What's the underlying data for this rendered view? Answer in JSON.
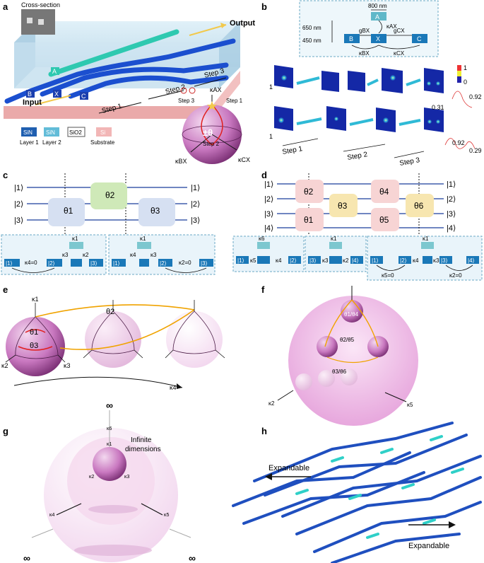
{
  "panels": {
    "a": "a",
    "b": "b",
    "c": "c",
    "d": "d",
    "e": "e",
    "f": "f",
    "g": "g",
    "h": "h"
  },
  "a": {
    "cross_section": "Cross-section",
    "output": "Output",
    "input": "Input",
    "wg_A": "A",
    "wg_B": "B",
    "wg_X": "X",
    "wg_C": "C",
    "step1": "Step 1",
    "step2": "Step 2",
    "step3": "Step 3",
    "legend": {
      "sin1": "SiN",
      "sin2": "SiN",
      "sio2": "SiO2",
      "si": "Si",
      "layer1": "Layer 1",
      "layer2": "Layer 2",
      "substrate": "Substrate"
    },
    "sphere": {
      "theta": "±θ",
      "kAX": "κAX",
      "kBX": "κBX",
      "kCX": "κCX",
      "step3": "Step 3",
      "step1": "Step 1",
      "step2": "Step 2"
    }
  },
  "b": {
    "dim_800": "800 nm",
    "dim_650": "650 nm",
    "dim_450": "450 nm",
    "A": "A",
    "B": "B",
    "X": "X",
    "C": "C",
    "gBX": "gBX",
    "gCX": "gCX",
    "kAX": "κAX",
    "kBX": "κBX",
    "kCX": "κCX",
    "scale_max": "1",
    "scale_min": "0",
    "val_092a": "0.92",
    "val_031": "0.31",
    "val_1a": "1",
    "val_1b": "1",
    "val_092b": "0.92",
    "val_029": "0.29",
    "step1": "Step 1",
    "step2": "Step 2",
    "step3": "Step 3"
  },
  "c": {
    "ports_left": [
      "|1⟩",
      "|2⟩",
      "|3⟩"
    ],
    "ports_right": [
      "|1⟩",
      "|2⟩",
      "|3⟩"
    ],
    "theta1": "θ1",
    "theta2": "θ2",
    "theta3": "θ3",
    "box1": {
      "k4": "κ4=0",
      "p1": "|1⟩",
      "p2": "|2⟩",
      "p3": "|3⟩",
      "k1": "κ1",
      "k3": "κ3",
      "k2": "κ2"
    },
    "box2": {
      "k2": "κ2=0",
      "p1": "|1⟩",
      "p2": "|2⟩",
      "p3": "|3⟩",
      "k1": "κ1",
      "k4": "κ4",
      "k3": "κ3"
    }
  },
  "d": {
    "ports_left": [
      "|1⟩",
      "|2⟩",
      "|3⟩",
      "|4⟩"
    ],
    "ports_right": [
      "|1⟩",
      "|2⟩",
      "|3⟩",
      "|4⟩"
    ],
    "theta1": "θ1",
    "theta2": "θ2",
    "theta3": "θ3",
    "theta4": "θ4",
    "theta5": "θ5",
    "theta6": "θ6",
    "box1": {
      "k6": "κ6",
      "p1": "|1⟩",
      "k5": "κ5",
      "k4": "κ4",
      "p2": "|2⟩"
    },
    "box2": {
      "k1": "κ1",
      "p3": "|3⟩",
      "k3": "κ3",
      "k2": "κ2",
      "p4": "|4⟩"
    },
    "box3": {
      "k1": "κ1",
      "p1": "|1⟩",
      "p2": "|2⟩",
      "k4": "κ4",
      "k3": "κ3",
      "p3": "|3⟩",
      "p4": "|4⟩",
      "k5": "κ5=0",
      "k2": "κ2=0"
    }
  },
  "e": {
    "k1": "κ1",
    "k2": "κ2",
    "k3": "κ3",
    "k4": "κ4",
    "theta1": "θ1",
    "theta2": "θ2",
    "theta3": "θ3"
  },
  "f": {
    "k2": "κ2",
    "k5": "κ5",
    "t1": "θ1/θ4",
    "t2": "θ2/θ5",
    "t3": "θ3/θ6"
  },
  "g": {
    "infinite": "Infinite",
    "dimensions": "dimensions",
    "inf": "∞",
    "k1": "κ1",
    "k2": "κ2",
    "k3": "κ3",
    "k4": "κ4",
    "k5": "κ5",
    "k6": "κ6"
  },
  "h": {
    "expand_left": "Expandable",
    "expand_right": "Expandable"
  }
}
